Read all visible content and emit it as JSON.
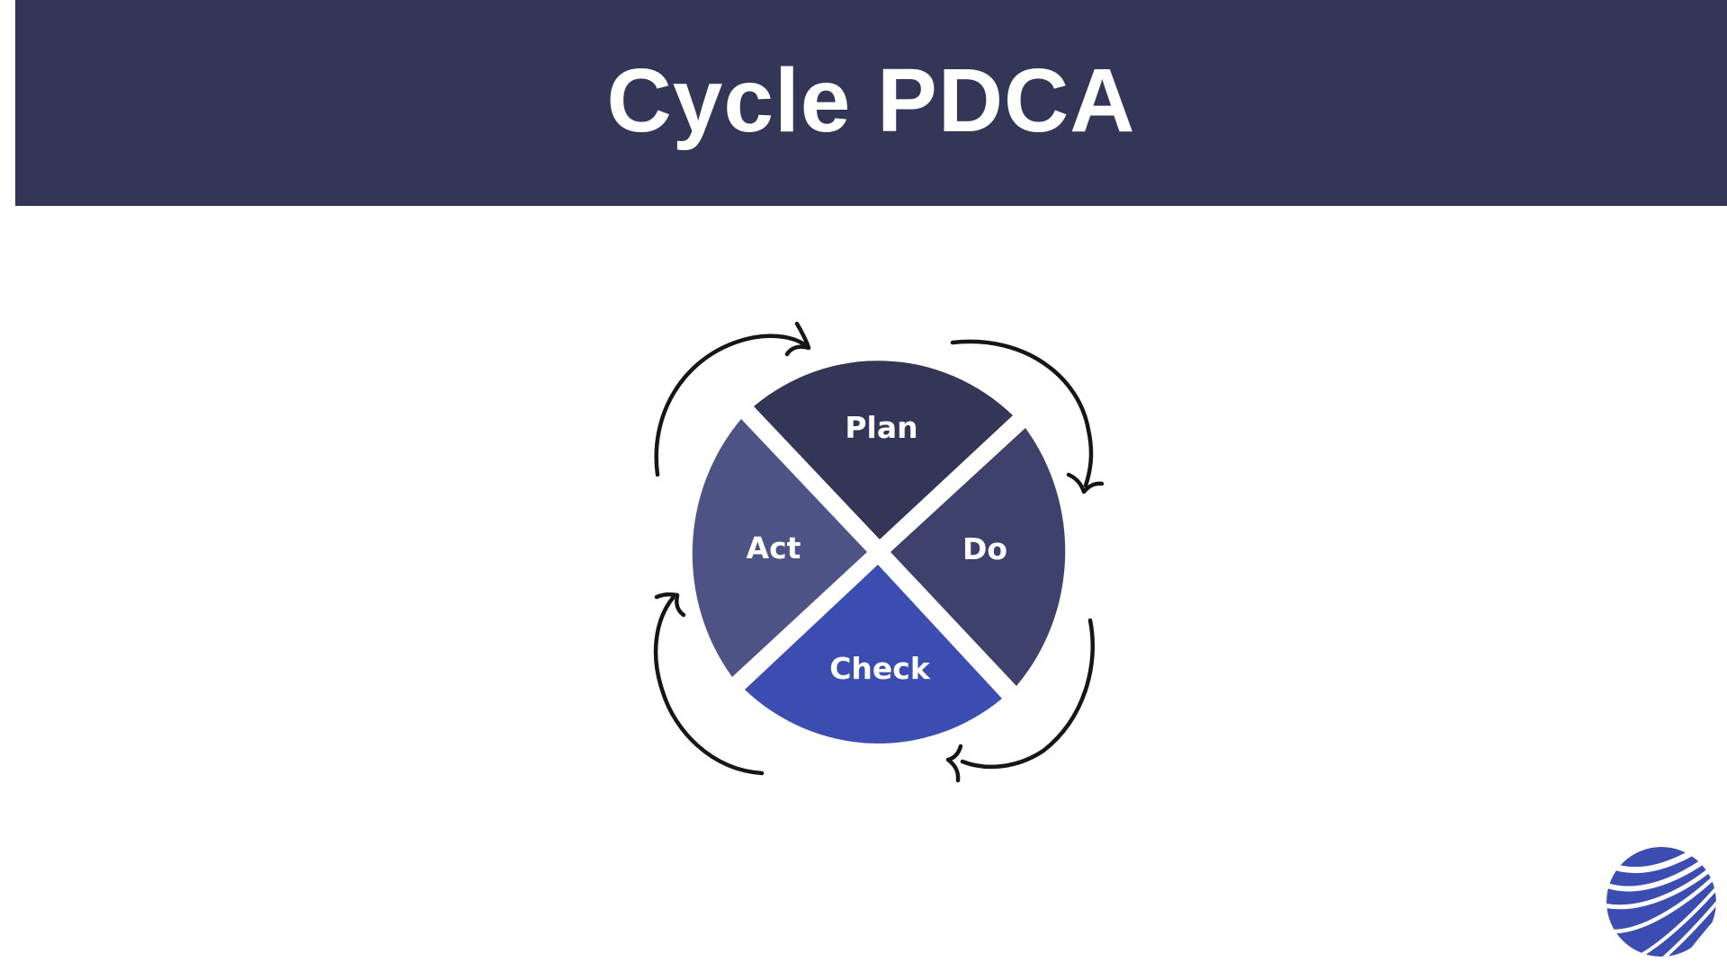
{
  "title": "Cycle PDCA",
  "segments": [
    {
      "id": "plan",
      "label": "Plan",
      "color": "#333657"
    },
    {
      "id": "do",
      "label": "Do",
      "color": "#3d416c"
    },
    {
      "id": "check",
      "label": "Check",
      "color": "#3c4db1"
    },
    {
      "id": "act",
      "label": "Act",
      "color": "#4e5385"
    }
  ],
  "colors": {
    "header_background": "#333657",
    "arrow_stroke": "#161616",
    "logo": "#3c4db1"
  },
  "logo": {
    "icon": "sphere-logo-icon"
  }
}
